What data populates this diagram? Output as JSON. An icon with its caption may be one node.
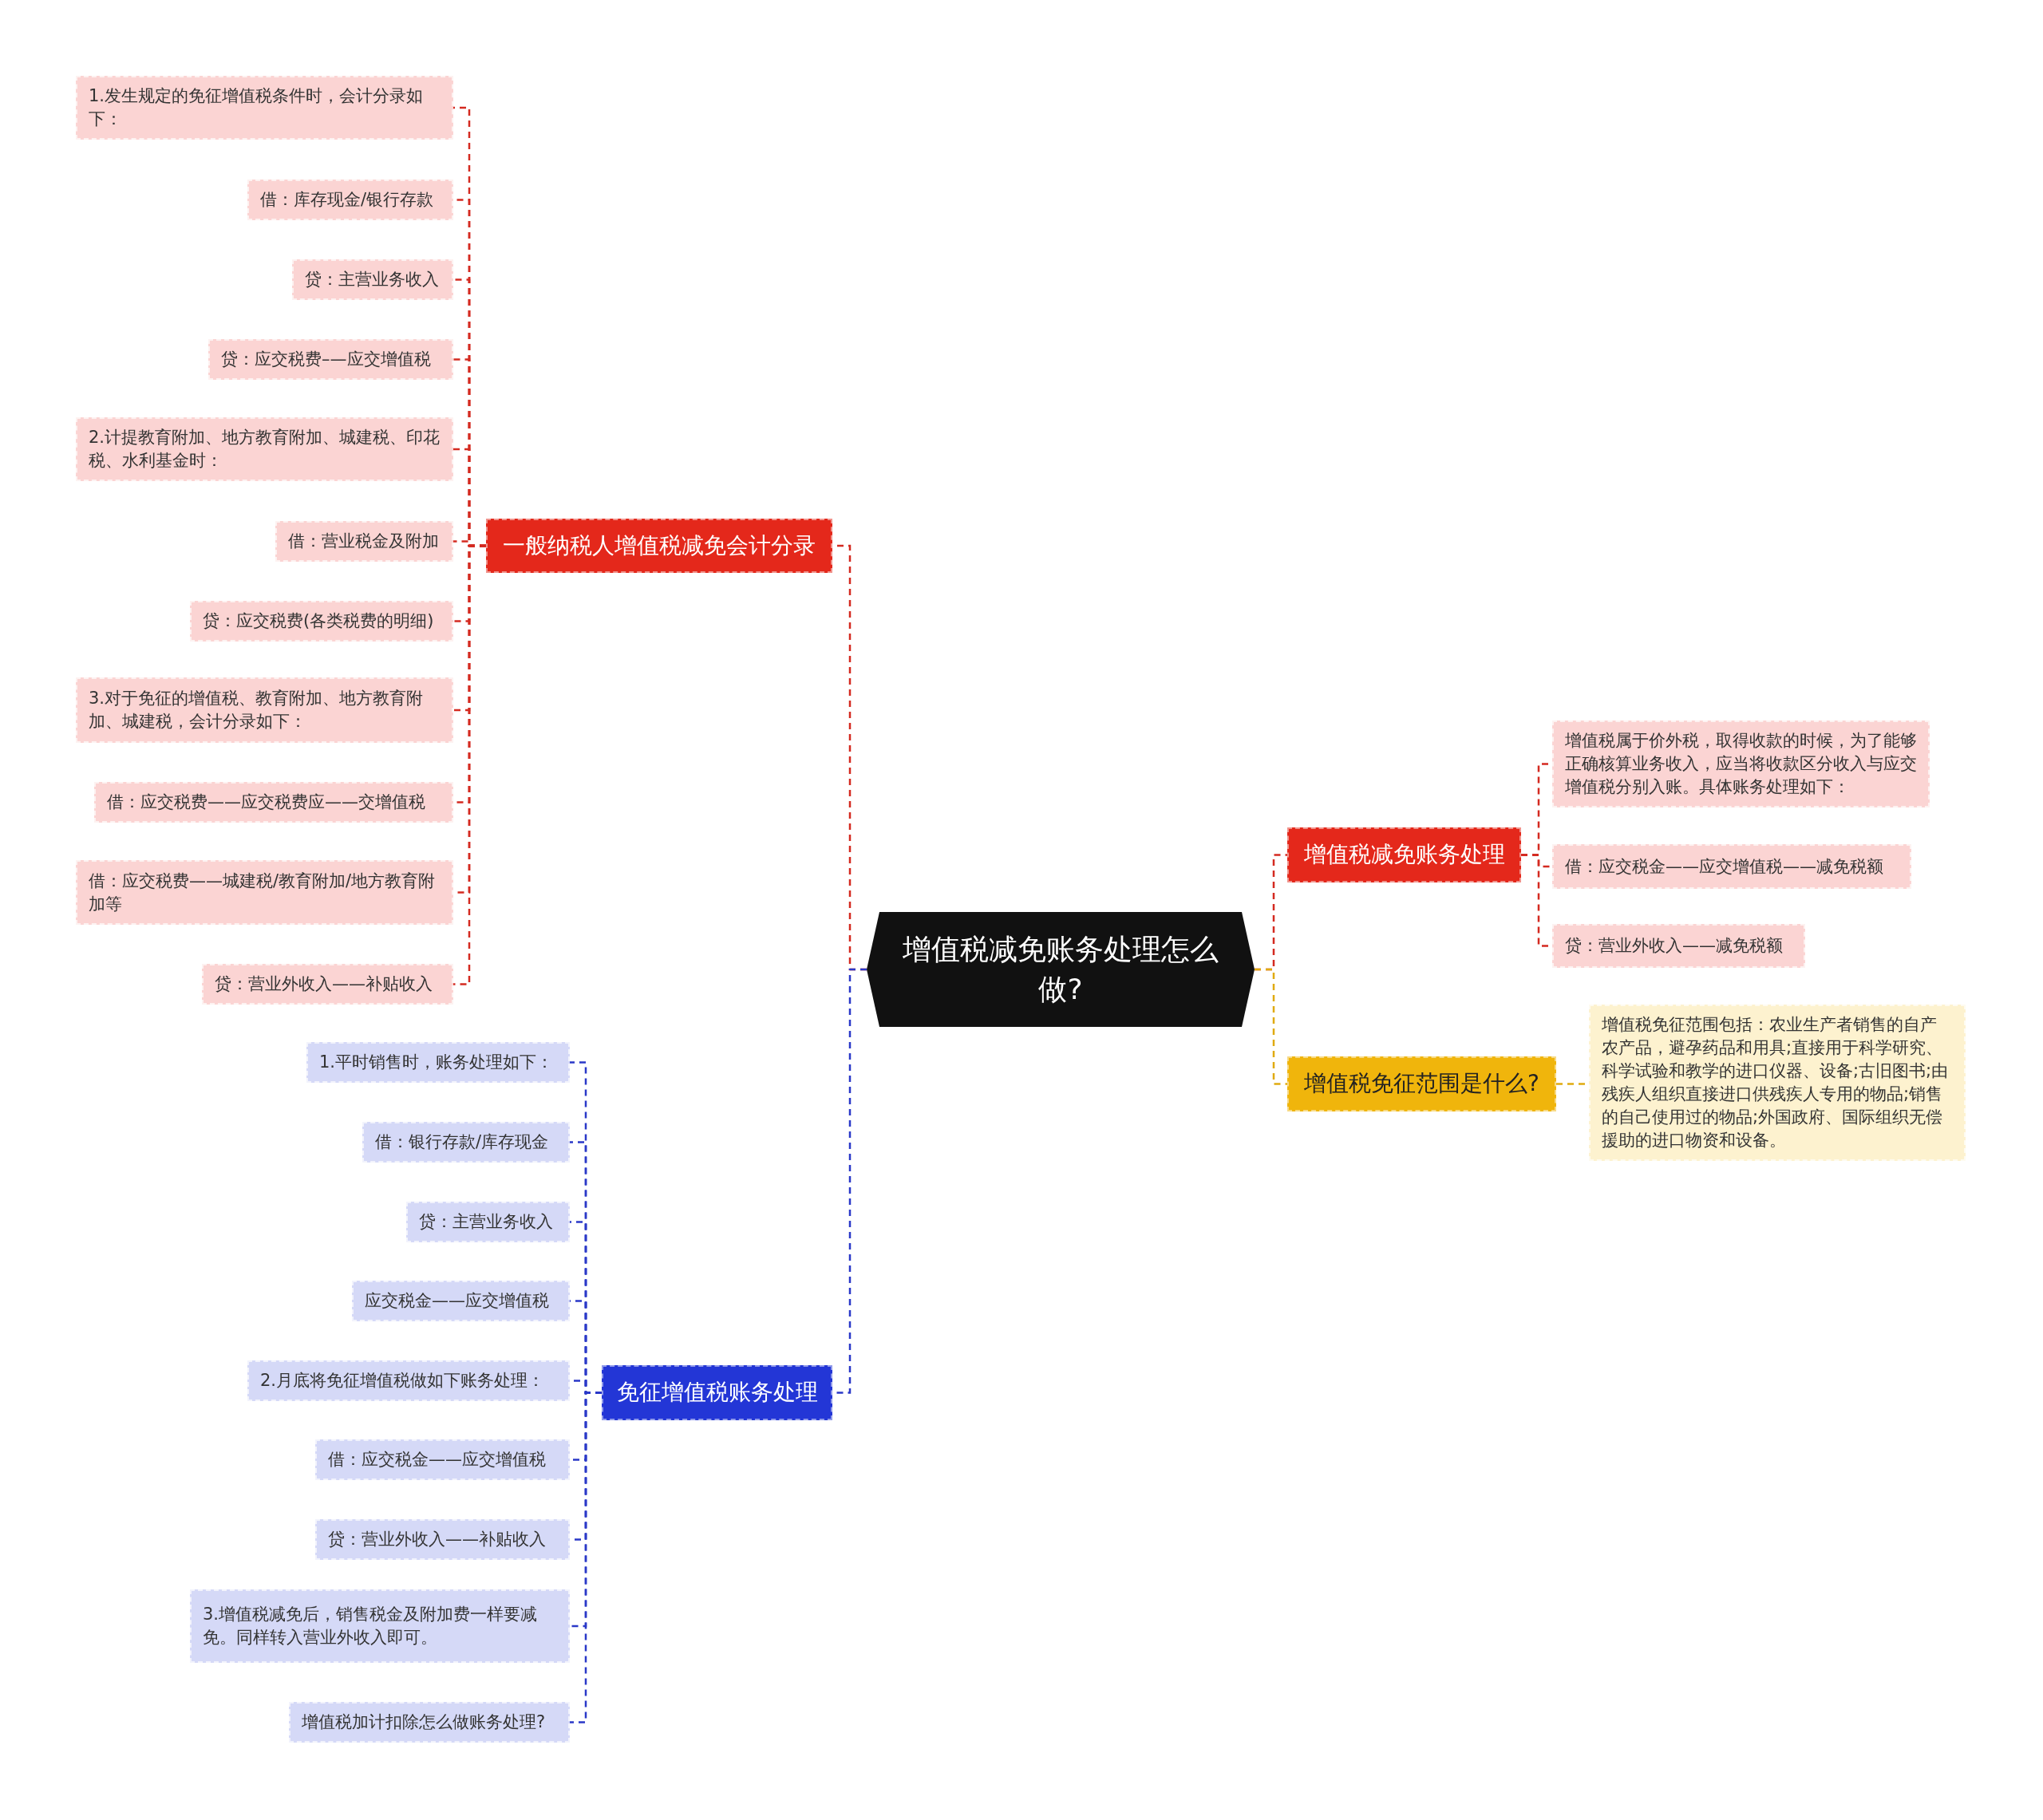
{
  "diagram": {
    "nodes": [
      {
        "text": [
          "增值税减免账务处理怎么做?"
        ]
      },
      {
        "text": [
          "一般纳税人增值税减免会计分录"
        ]
      },
      {
        "text": [
          "1.发生规定的免征增值税条件时，会计分录如下："
        ]
      },
      {
        "text": [
          "借：库存现金/银行存款"
        ]
      },
      {
        "text": [
          "贷：主营业务收入"
        ]
      },
      {
        "text": [
          "贷：应交税费–—应交增值税"
        ]
      },
      {
        "text": [
          "2.计提教育附加、地方教育附加、城建税、印花税、水利基金时："
        ]
      },
      {
        "text": [
          "借：营业税金及附加"
        ]
      },
      {
        "text": [
          "贷：应交税费(各类税费的明细)"
        ]
      },
      {
        "text": [
          "3.对于免征的增值税、教育附加、地方教育附加、城建税，会计分录如下："
        ]
      },
      {
        "text": [
          "借：应交税费——应交税费应——交增值税"
        ]
      },
      {
        "text": [
          "借：应交税费——城建税/教育附加/地方教育附加等"
        ]
      },
      {
        "text": [
          "贷：营业外收入——补贴收入"
        ]
      },
      {
        "text": [
          "免征增值税账务处理"
        ]
      },
      {
        "text": [
          "1.平时销售时，账务处理如下："
        ]
      },
      {
        "text": [
          "借：银行存款/库存现金"
        ]
      },
      {
        "text": [
          "贷：主营业务收入"
        ]
      },
      {
        "text": [
          "应交税金——应交增值税"
        ]
      },
      {
        "text": [
          "2.月底将免征增值税做如下账务处理："
        ]
      },
      {
        "text": [
          "借：应交税金——应交增值税"
        ]
      },
      {
        "text": [
          "贷：营业外收入——补贴收入"
        ]
      },
      {
        "text": [
          "3.增值税减免后，销售税金及附加费一样要减免。同样转入营业外收入即可。"
        ]
      },
      {
        "text": [
          "增值税加计扣除怎么做账务处理?"
        ]
      },
      {
        "text": [
          "增值税减免账务处理"
        ]
      },
      {
        "text": [
          "增值税属于价外税，取得收款的时候，为了能够正确核算业务收入，应当将收款区分收入与应交增值税分别入账。具体账务处理如下："
        ]
      },
      {
        "text": [
          "借：应交税金——应交增值税——减免税额"
        ]
      },
      {
        "text": [
          "贷：营业外收入——减免税额"
        ]
      },
      {
        "text": [
          "增值税免征范围是什么?"
        ]
      },
      {
        "text": [
          "增值税免征范围包括：农业生产者销售的自产农产品，避孕药品和用具;直接用于科学研究、科学试验和教学的进口仪器、设备;古旧图书;由残疾人组织直接进口供残疾人专用的物品;销售的自己使用过的物品;外国政府、国际组织无偿援助的进口物资和设备。"
        ]
      }
    ],
    "edges": [
      {
        "from": 0,
        "to": 1,
        "arrow": "none"
      },
      {
        "from": 1,
        "to": 2,
        "arrow": "none"
      },
      {
        "from": 1,
        "to": 3,
        "arrow": "none"
      },
      {
        "from": 1,
        "to": 4,
        "arrow": "none"
      },
      {
        "from": 1,
        "to": 5,
        "arrow": "none"
      },
      {
        "from": 1,
        "to": 6,
        "arrow": "none"
      },
      {
        "from": 1,
        "to": 7,
        "arrow": "none"
      },
      {
        "from": 1,
        "to": 8,
        "arrow": "none"
      },
      {
        "from": 1,
        "to": 9,
        "arrow": "none"
      },
      {
        "from": 1,
        "to": 10,
        "arrow": "none"
      },
      {
        "from": 1,
        "to": 11,
        "arrow": "none"
      },
      {
        "from": 1,
        "to": 12,
        "arrow": "none"
      },
      {
        "from": 0,
        "to": 13,
        "arrow": "none",
        "color": "#2a38c8"
      },
      {
        "from": 13,
        "to": 14,
        "arrow": "none",
        "color": "#2a38c8"
      },
      {
        "from": 13,
        "to": 15,
        "arrow": "none",
        "color": "#2a38c8"
      },
      {
        "from": 13,
        "to": 16,
        "arrow": "none",
        "color": "#2a38c8"
      },
      {
        "from": 13,
        "to": 17,
        "arrow": "none",
        "color": "#2a38c8"
      },
      {
        "from": 13,
        "to": 18,
        "arrow": "none",
        "color": "#2a38c8"
      },
      {
        "from": 13,
        "to": 19,
        "arrow": "none",
        "color": "#2a38c8"
      },
      {
        "from": 13,
        "to": 20,
        "arrow": "none",
        "color": "#2a38c8"
      },
      {
        "from": 13,
        "to": 21,
        "arrow": "none",
        "color": "#2a38c8"
      },
      {
        "from": 13,
        "to": 22,
        "arrow": "none",
        "color": "#2a38c8"
      },
      {
        "from": 0,
        "to": 23,
        "arrow": "none"
      },
      {
        "from": 23,
        "to": 24,
        "arrow": "none"
      },
      {
        "from": 23,
        "to": 25,
        "arrow": "none"
      },
      {
        "from": 23,
        "to": 26,
        "arrow": "none"
      },
      {
        "from": 0,
        "to": 27,
        "arrow": "none",
        "color": "#e0aa10"
      },
      {
        "from": 27,
        "to": 28,
        "arrow": "none",
        "color": "#e0aa10"
      }
    ]
  }
}
